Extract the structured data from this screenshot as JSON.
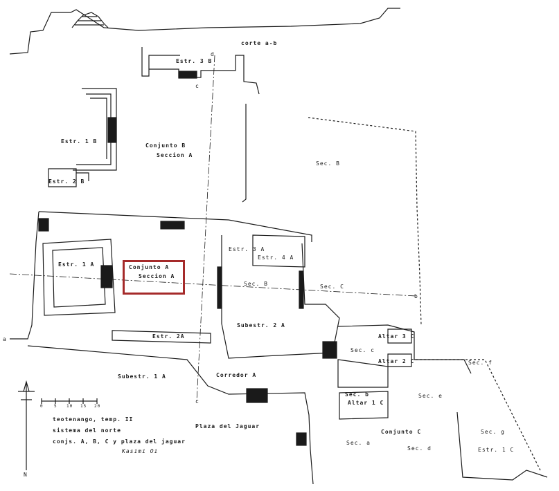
{
  "section_header": "corte a-b",
  "points": {
    "a_left": "a",
    "b_right": "b",
    "c_bottom": "c",
    "c_top": "c",
    "d_top": "d"
  },
  "labels": {
    "estr_3b": "Estr. 3 B",
    "estr_1b": "Estr. 1 B",
    "estr_2b": "Estr. 2 B",
    "conjunto_b": "Conjunto B",
    "seccion_b": "Seccion A",
    "sec_b_upper": "Sec. B",
    "estr_1a": "Estr. 1 A",
    "conjunto_a": "Conjunto A",
    "seccion_a": "Seccion A",
    "estr_3a": "Estr. 3 A",
    "estr_4a": "Estr. 4 A",
    "sec_b_mid": "Sec. B",
    "sec_c": "Sec. C",
    "subestr_2a": "Subestr. 2 A",
    "estr_2a": "Estr. 2A",
    "subestr_1a": "Subestr. 1 A",
    "corredor_a": "Corredor A",
    "altar_3c": "Altar 3 C",
    "altar_2c": "Altar 2 C",
    "sec_c_small": "Sec. c",
    "sec_f": "Sec. f",
    "sec_b_small": "Sec. b",
    "altar_1c": "Altar 1 C",
    "sec_e": "Sec. e",
    "plaza": "Plaza del Jaguar",
    "conjunto_c": "Conjunto C",
    "sec_g": "Sec. g",
    "sec_a_small": "Sec. a",
    "sec_d": "Sec. d",
    "estr_1c": "Estr. 1 C"
  },
  "legend": {
    "line1": "teotenango, temp. II",
    "line2": "sistema del norte",
    "line3": "conjs. A, B, C y plaza del jaguar",
    "signature": "Kasimi Oi",
    "scale": [
      "0",
      "5",
      "10",
      "15",
      "20"
    ],
    "north_label": "N"
  },
  "colors": {
    "ink": "#1a1a1a",
    "highlight": "#a52a2a"
  }
}
